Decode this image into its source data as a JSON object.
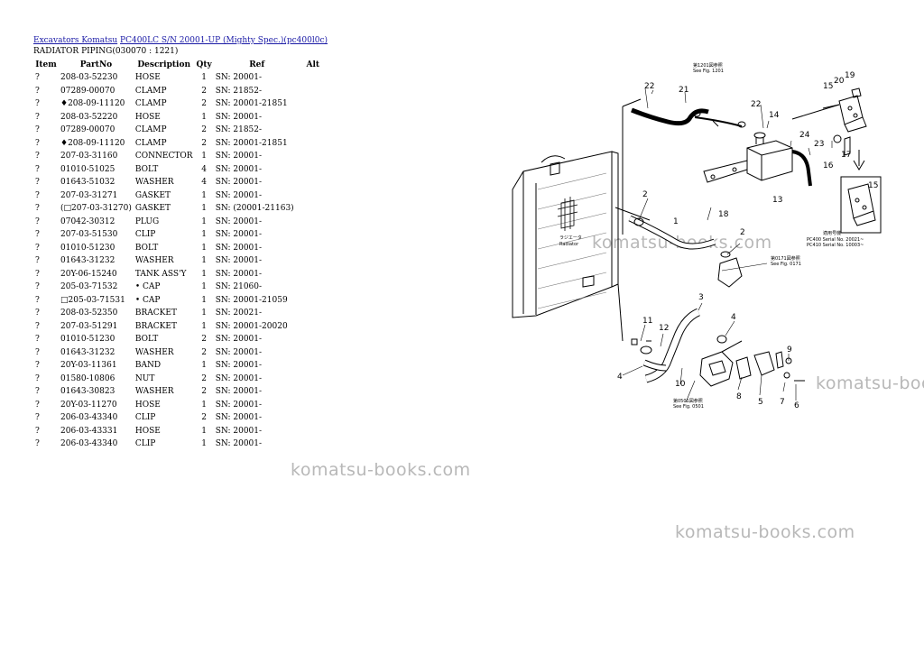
{
  "breadcrumb": {
    "link1": "Excavators Komatsu",
    "link2": "PC400LC S/N 20001-UP (Mighty Spec.)(pc400l0c)"
  },
  "subtitle": "RADIATOR PIPING(030070 : 1221)",
  "columns": [
    "Item",
    "PartNo",
    "Description",
    "Qty",
    "Ref",
    "Alt"
  ],
  "rows": [
    {
      "item": "?",
      "partno": "208-03-52230",
      "desc": "HOSE",
      "qty": "1",
      "ref": "SN: 20001-",
      "alt": ""
    },
    {
      "item": "?",
      "partno": "07289-00070",
      "desc": "CLAMP",
      "qty": "2",
      "ref": "SN: 21852-",
      "alt": ""
    },
    {
      "item": "?",
      "partno": "♦208-09-11120",
      "desc": "CLAMP",
      "qty": "2",
      "ref": "SN: 20001-21851",
      "alt": ""
    },
    {
      "item": "?",
      "partno": "208-03-52220",
      "desc": "HOSE",
      "qty": "1",
      "ref": "SN: 20001-",
      "alt": ""
    },
    {
      "item": "?",
      "partno": "07289-00070",
      "desc": "CLAMP",
      "qty": "2",
      "ref": "SN: 21852-",
      "alt": ""
    },
    {
      "item": "?",
      "partno": "♦208-09-11120",
      "desc": "CLAMP",
      "qty": "2",
      "ref": "SN: 20001-21851",
      "alt": ""
    },
    {
      "item": "?",
      "partno": "207-03-31160",
      "desc": "CONNECTOR",
      "qty": "1",
      "ref": "SN: 20001-",
      "alt": ""
    },
    {
      "item": "?",
      "partno": "01010-51025",
      "desc": "BOLT",
      "qty": "4",
      "ref": "SN: 20001-",
      "alt": ""
    },
    {
      "item": "?",
      "partno": "01643-51032",
      "desc": "WASHER",
      "qty": "4",
      "ref": "SN: 20001-",
      "alt": ""
    },
    {
      "item": "?",
      "partno": "207-03-31271",
      "desc": "GASKET",
      "qty": "1",
      "ref": "SN: 20001-",
      "alt": ""
    },
    {
      "item": "?",
      "partno": "(□207-03-31270)",
      "desc": "GASKET",
      "qty": "1",
      "ref": "SN: (20001-21163)",
      "alt": ""
    },
    {
      "item": "?",
      "partno": "07042-30312",
      "desc": "PLUG",
      "qty": "1",
      "ref": "SN: 20001-",
      "alt": ""
    },
    {
      "item": "?",
      "partno": "207-03-51530",
      "desc": "CLIP",
      "qty": "1",
      "ref": "SN: 20001-",
      "alt": ""
    },
    {
      "item": "?",
      "partno": "01010-51230",
      "desc": "BOLT",
      "qty": "1",
      "ref": "SN: 20001-",
      "alt": ""
    },
    {
      "item": "?",
      "partno": "01643-31232",
      "desc": "WASHER",
      "qty": "1",
      "ref": "SN: 20001-",
      "alt": ""
    },
    {
      "item": "?",
      "partno": "20Y-06-15240",
      "desc": "TANK ASS'Y",
      "qty": "1",
      "ref": "SN: 20001-",
      "alt": ""
    },
    {
      "item": "?",
      "partno": "205-03-71532",
      "desc": "• CAP",
      "qty": "1",
      "ref": "SN: 21060-",
      "alt": ""
    },
    {
      "item": "?",
      "partno": "□205-03-71531",
      "desc": "• CAP",
      "qty": "1",
      "ref": "SN: 20001-21059",
      "alt": ""
    },
    {
      "item": "?",
      "partno": "208-03-52350",
      "desc": "BRACKET",
      "qty": "1",
      "ref": "SN: 20021-",
      "alt": ""
    },
    {
      "item": "?",
      "partno": "207-03-51291",
      "desc": "BRACKET",
      "qty": "1",
      "ref": "SN: 20001-20020",
      "alt": ""
    },
    {
      "item": "?",
      "partno": "01010-51230",
      "desc": "BOLT",
      "qty": "2",
      "ref": "SN: 20001-",
      "alt": ""
    },
    {
      "item": "?",
      "partno": "01643-31232",
      "desc": "WASHER",
      "qty": "2",
      "ref": "SN: 20001-",
      "alt": ""
    },
    {
      "item": "?",
      "partno": "20Y-03-11361",
      "desc": "BAND",
      "qty": "1",
      "ref": "SN: 20001-",
      "alt": ""
    },
    {
      "item": "?",
      "partno": "01580-10806",
      "desc": "NUT",
      "qty": "2",
      "ref": "SN: 20001-",
      "alt": ""
    },
    {
      "item": "?",
      "partno": "01643-30823",
      "desc": "WASHER",
      "qty": "2",
      "ref": "SN: 20001-",
      "alt": ""
    },
    {
      "item": "?",
      "partno": "20Y-03-11270",
      "desc": "HOSE",
      "qty": "1",
      "ref": "SN: 20001-",
      "alt": ""
    },
    {
      "item": "?",
      "partno": "206-03-43340",
      "desc": "CLIP",
      "qty": "2",
      "ref": "SN: 20001-",
      "alt": ""
    },
    {
      "item": "?",
      "partno": "206-03-43331",
      "desc": "HOSE",
      "qty": "1",
      "ref": "SN: 20001-",
      "alt": ""
    },
    {
      "item": "?",
      "partno": "206-03-43340",
      "desc": "CLIP",
      "qty": "1",
      "ref": "SN: 20001-",
      "alt": ""
    }
  ],
  "watermark": "komatsu-books.com",
  "diagram": {
    "labels": [
      "1",
      "2",
      "2",
      "3",
      "4",
      "4",
      "5",
      "6",
      "7",
      "8",
      "9",
      "10",
      "11",
      "12",
      "13",
      "14",
      "15",
      "15",
      "16",
      "17",
      "18",
      "19",
      "20",
      "21",
      "22",
      "22",
      "23",
      "24"
    ],
    "radiator_caption": "ラジエータ",
    "radiator_label": "Radiator",
    "ref_1201_jp": "第1201図参照",
    "ref_1201": "See Fig. 1201",
    "ref_0171_jp": "第0171図参照",
    "ref_0171": "See Fig. 0171",
    "ref_0501_jp": "第0501図参照",
    "ref_0501": "See Fig. 0501",
    "applic_jp": "適用号機",
    "applic_1": "PC400  Serial No. 20021~",
    "applic_2": "PC410  Serial No. 10003~"
  }
}
